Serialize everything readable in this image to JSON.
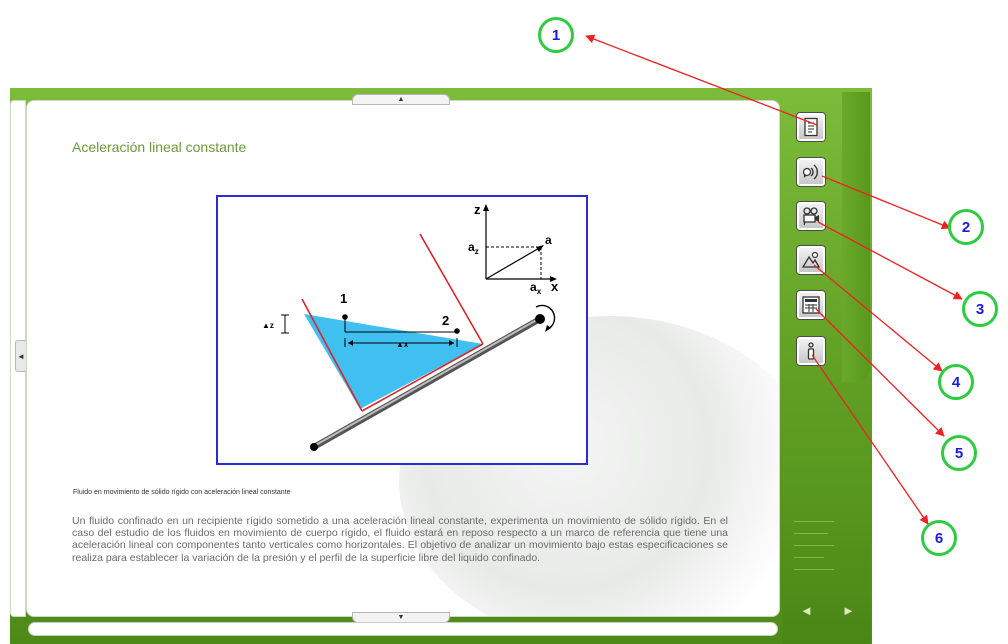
{
  "page": {
    "title": "Aceleración lineal constante",
    "figure_caption": "Fluido en movimiento de sólido rígido con aceleración lineal constante",
    "body_text": "Un fluido confinado en un recipiente rígido sometido a una aceleración lineal constante, experimenta un movimiento de sólido rígido. En el caso del estudio de los fluidos en movimiento de cuerpo rígido, el fluido estará en reposo respecto a un marco de referencia que tiene una aceleración lineal con componentes tanto verticales como horizontales. El objetivo de analizar un movimiento bajo estas especificaciones se realiza para establecer la variación de la presión y el perfil de la superficie libre del liquido confinado."
  },
  "figure": {
    "labels": {
      "z_axis": "z",
      "x_axis": "x",
      "a": "a",
      "a_z": "a",
      "a_z_sub": "z",
      "a_x": "a",
      "a_x_sub": "x",
      "point_1": "1",
      "point_2": "2",
      "delta_z": "▲z",
      "delta_x": "▲x"
    }
  },
  "toolbar": {
    "buttons": [
      {
        "icon": "document-icon"
      },
      {
        "icon": "audio-icon"
      },
      {
        "icon": "video-icon"
      },
      {
        "icon": "image-icon"
      },
      {
        "icon": "calculator-icon"
      },
      {
        "icon": "info-icon"
      }
    ]
  },
  "callouts": [
    "1",
    "2",
    "3",
    "4",
    "5",
    "6"
  ],
  "nav": {
    "prev": "◄",
    "next": "►"
  },
  "handles": {
    "up": "▲",
    "down": "▼",
    "left": "◄"
  },
  "colors": {
    "frame_green": "#6aaa2a",
    "title_green": "#6c9a3a",
    "figure_border": "#2b2bd8",
    "fluid": "#3fc0f0",
    "container_wall": "#d9262c",
    "callout_ring": "#2ecc40",
    "callout_text": "#1b1be0",
    "arrow": "#ee2222"
  }
}
